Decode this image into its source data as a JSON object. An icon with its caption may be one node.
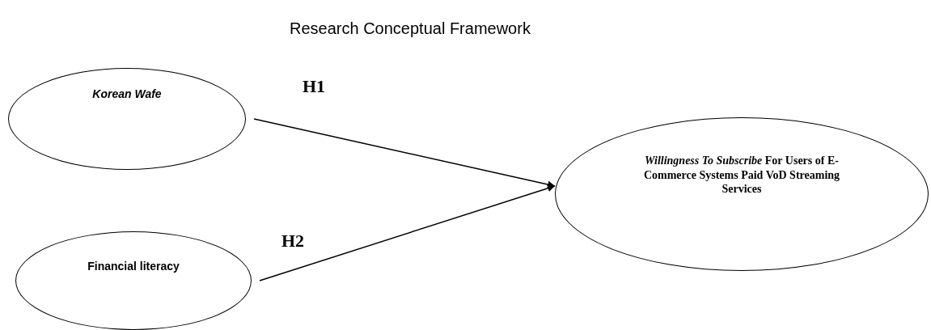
{
  "diagram": {
    "title": "Research Conceptual Framework",
    "nodes": [
      {
        "text": [
          "Korean Wafe"
        ]
      },
      {
        "text": [
          "Financial literacy"
        ]
      },
      {
        "text": [
          "*Willingness To Subscribe*  For Users of E-Commerce Systems Paid VoD Streaming Services"
        ]
      }
    ],
    "edges": [
      {
        "from": 0,
        "to": 2,
        "arrow": "to",
        "label": "H1"
      },
      {
        "from": 1,
        "to": 2,
        "arrow": "to",
        "label": "H2"
      }
    ]
  }
}
